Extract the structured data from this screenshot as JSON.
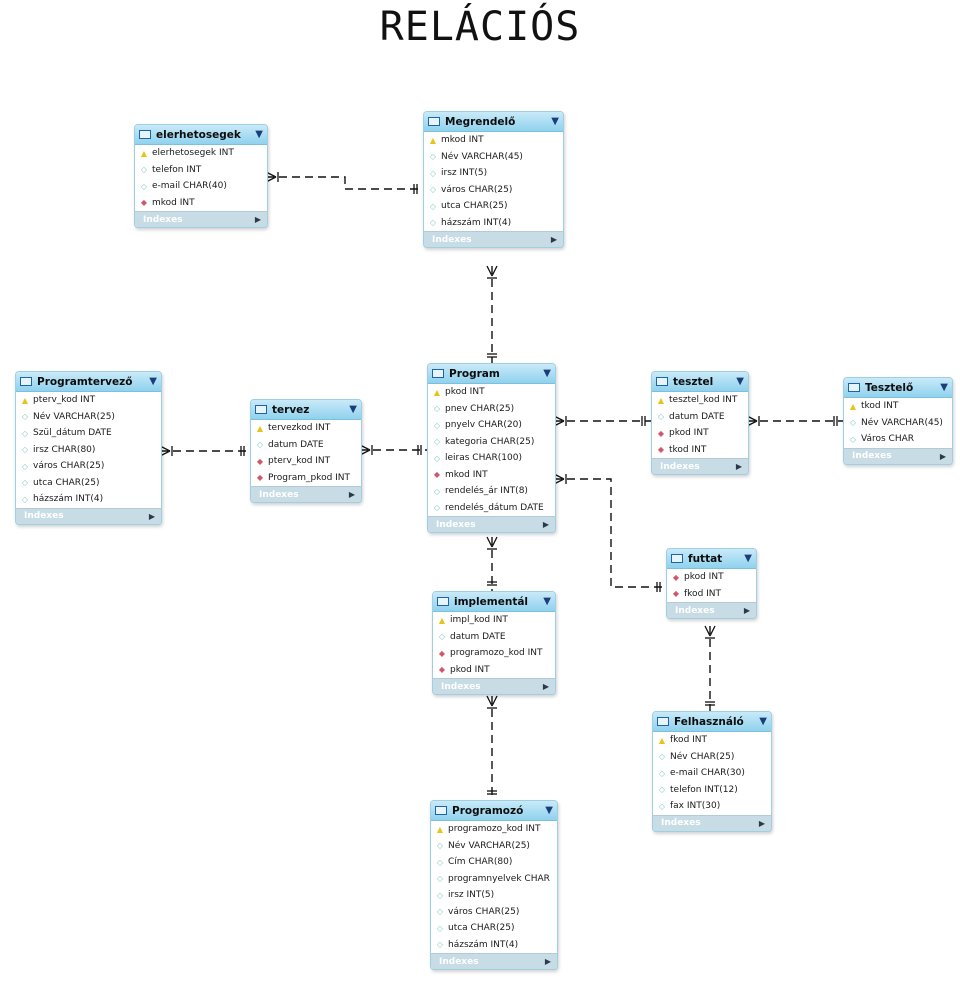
{
  "title": "RELÁCIÓS",
  "colors": {
    "header": "#8fd2ee",
    "footer": "#c8dce6",
    "pk": "#e6c419",
    "fk": "#d0586a",
    "column": "#7fc8c8"
  },
  "tables": [
    {
      "key": "elerhetosegek",
      "name": "elerhetosegek",
      "footer": "Indexes",
      "columns": [
        {
          "icon": "pk",
          "text": "elerhetosegek INT"
        },
        {
          "icon": "column",
          "text": "telefon INT"
        },
        {
          "icon": "column",
          "text": "e-mail CHAR(40)"
        },
        {
          "icon": "fk",
          "text": "mkod INT"
        }
      ]
    },
    {
      "key": "megrendelo",
      "name": "Megrendelő",
      "footer": "Indexes",
      "columns": [
        {
          "icon": "pk",
          "text": "mkod INT"
        },
        {
          "icon": "column",
          "text": "Név VARCHAR(45)"
        },
        {
          "icon": "column",
          "text": "irsz INT(5)"
        },
        {
          "icon": "column",
          "text": "város CHAR(25)"
        },
        {
          "icon": "column",
          "text": "utca CHAR(25)"
        },
        {
          "icon": "column",
          "text": "házszám INT(4)"
        }
      ]
    },
    {
      "key": "programtervezo",
      "name": "Programtervező",
      "footer": "Indexes",
      "columns": [
        {
          "icon": "pk",
          "text": "pterv_kod INT"
        },
        {
          "icon": "column",
          "text": "Név VARCHAR(25)"
        },
        {
          "icon": "column",
          "text": "Szül_dátum DATE"
        },
        {
          "icon": "column",
          "text": "irsz CHAR(80)"
        },
        {
          "icon": "column",
          "text": "város CHAR(25)"
        },
        {
          "icon": "column",
          "text": "utca CHAR(25)"
        },
        {
          "icon": "column",
          "text": "házszám INT(4)"
        }
      ]
    },
    {
      "key": "tervez",
      "name": "tervez",
      "footer": "Indexes",
      "columns": [
        {
          "icon": "pk",
          "text": "tervezkod INT"
        },
        {
          "icon": "column",
          "text": "datum DATE"
        },
        {
          "icon": "fk",
          "text": "pterv_kod INT"
        },
        {
          "icon": "fk",
          "text": "Program_pkod INT"
        }
      ]
    },
    {
      "key": "program",
      "name": "Program",
      "footer": "Indexes",
      "columns": [
        {
          "icon": "pk",
          "text": "pkod INT"
        },
        {
          "icon": "column",
          "text": "pnev CHAR(25)"
        },
        {
          "icon": "column",
          "text": "pnyelv CHAR(20)"
        },
        {
          "icon": "column",
          "text": "kategoria CHAR(25)"
        },
        {
          "icon": "column",
          "text": "leiras CHAR(100)"
        },
        {
          "icon": "fk",
          "text": "mkod INT"
        },
        {
          "icon": "column",
          "text": "rendelés_ár INT(8)"
        },
        {
          "icon": "column",
          "text": "rendelés_dátum DATE"
        }
      ]
    },
    {
      "key": "tesztel",
      "name": "tesztel",
      "footer": "Indexes",
      "columns": [
        {
          "icon": "pk",
          "text": "tesztel_kod INT"
        },
        {
          "icon": "column",
          "text": "datum DATE"
        },
        {
          "icon": "fk",
          "text": "pkod INT"
        },
        {
          "icon": "fk",
          "text": "tkod INT"
        }
      ]
    },
    {
      "key": "tesztelo",
      "name": "Tesztelő",
      "footer": "Indexes",
      "columns": [
        {
          "icon": "pk",
          "text": "tkod INT"
        },
        {
          "icon": "column",
          "text": "Név VARCHAR(45)"
        },
        {
          "icon": "column",
          "text": "Város CHAR"
        }
      ]
    },
    {
      "key": "futtat",
      "name": "futtat",
      "footer": "Indexes",
      "columns": [
        {
          "icon": "fk",
          "text": "pkod INT"
        },
        {
          "icon": "fk",
          "text": "fkod INT"
        }
      ]
    },
    {
      "key": "implemental",
      "name": "implementál",
      "footer": "Indexes",
      "columns": [
        {
          "icon": "pk",
          "text": "impl_kod INT"
        },
        {
          "icon": "column",
          "text": "datum DATE"
        },
        {
          "icon": "fk",
          "text": "programozo_kod INT"
        },
        {
          "icon": "fk",
          "text": "pkod INT"
        }
      ]
    },
    {
      "key": "felhasznalo",
      "name": "Felhasználó",
      "footer": "Indexes",
      "columns": [
        {
          "icon": "pk",
          "text": "fkod INT"
        },
        {
          "icon": "column",
          "text": "Név CHAR(25)"
        },
        {
          "icon": "column",
          "text": "e-mail CHAR(30)"
        },
        {
          "icon": "column",
          "text": "telefon INT(12)"
        },
        {
          "icon": "column",
          "text": "fax INT(30)"
        }
      ]
    },
    {
      "key": "programozo",
      "name": "Programozó",
      "footer": "Indexes",
      "columns": [
        {
          "icon": "pk",
          "text": "programozo_kod INT"
        },
        {
          "icon": "column",
          "text": "Név VARCHAR(25)"
        },
        {
          "icon": "column",
          "text": "Cím CHAR(80)"
        },
        {
          "icon": "column",
          "text": "programnyelvek CHAR"
        },
        {
          "icon": "column",
          "text": "irsz INT(5)"
        },
        {
          "icon": "column",
          "text": "város CHAR(25)"
        },
        {
          "icon": "column",
          "text": "utca CHAR(25)"
        },
        {
          "icon": "column",
          "text": "házszám INT(4)"
        }
      ]
    }
  ],
  "relationships": [
    {
      "from": "elerhetosegek",
      "to": "megrendelo"
    },
    {
      "from": "megrendelo",
      "to": "program"
    },
    {
      "from": "programtervezo",
      "to": "tervez"
    },
    {
      "from": "tervez",
      "to": "program"
    },
    {
      "from": "program",
      "to": "tesztel"
    },
    {
      "from": "tesztel",
      "to": "tesztelo"
    },
    {
      "from": "program",
      "to": "futtat"
    },
    {
      "from": "futtat",
      "to": "felhasznalo"
    },
    {
      "from": "program",
      "to": "implemental"
    },
    {
      "from": "implemental",
      "to": "programozo"
    }
  ]
}
